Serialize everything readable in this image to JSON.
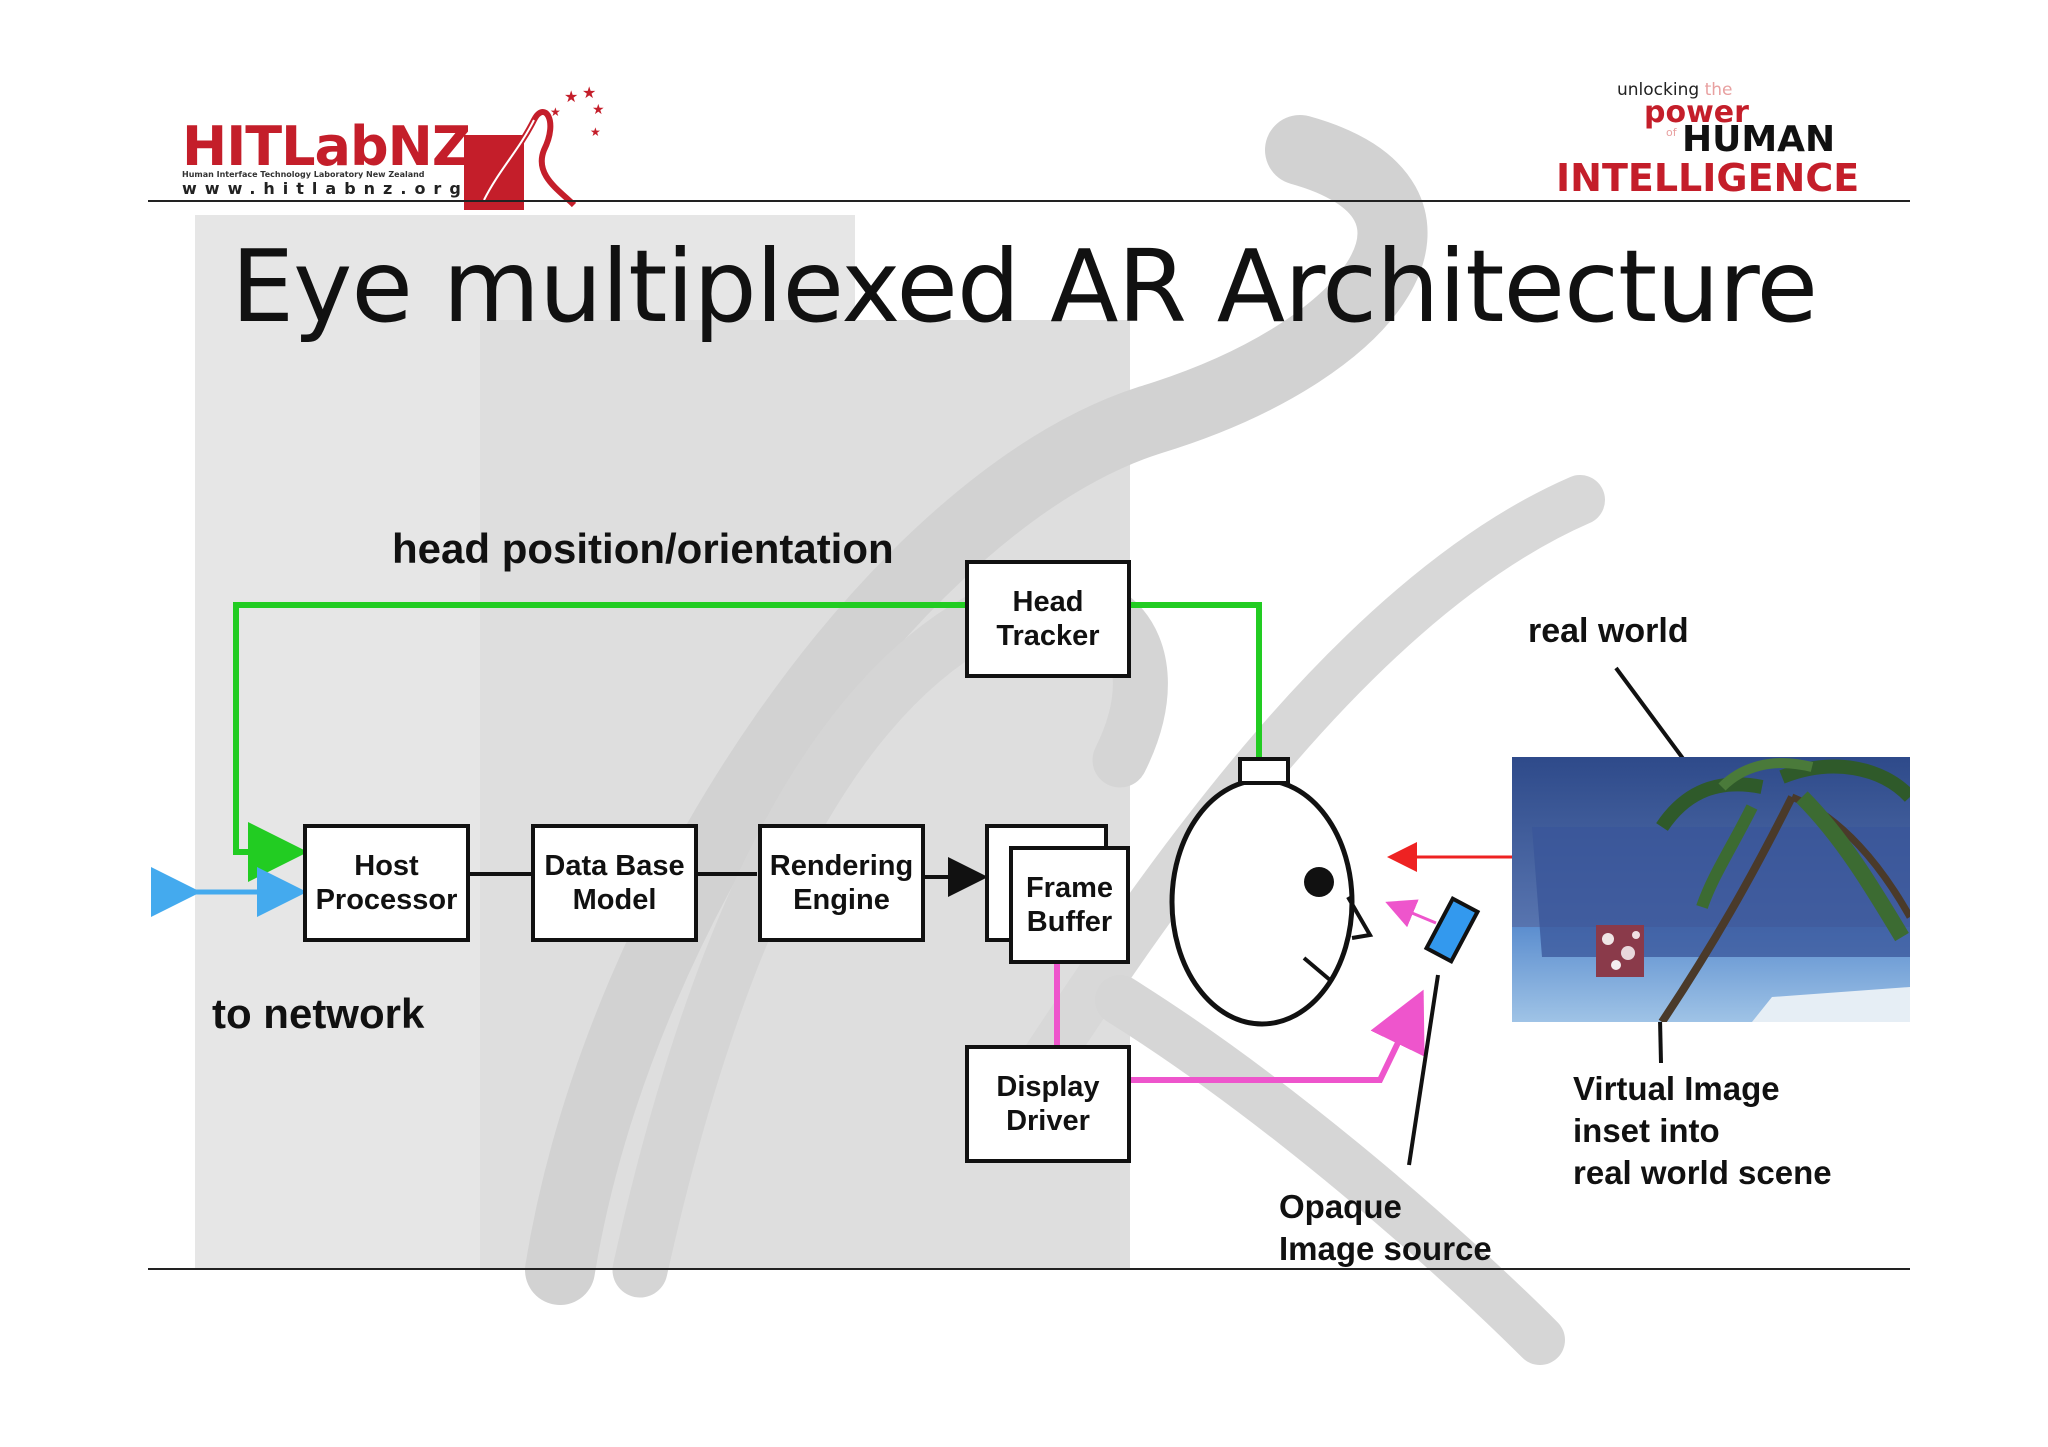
{
  "header": {
    "logo_left": {
      "brand_part1": "HITLab",
      "brand_part2": "NZ",
      "subtitle": "Human Interface Technology Laboratory New Zealand",
      "url": "www.hitlabnz.org"
    },
    "logo_right": {
      "line1_a": "unlocking",
      "line1_b": "the",
      "line2": "power",
      "line3_small": "of",
      "line3": "HUMAN",
      "line4": "INTELLIGENCE"
    }
  },
  "slide": {
    "title": "Eye multiplexed AR Architecture"
  },
  "diagram": {
    "labels": {
      "head_position": "head position/orientation",
      "to_network": "to network",
      "real_world": "real world",
      "virtual_image_1": "Virtual Image",
      "virtual_image_2": "inset into",
      "virtual_image_3": "real world scene",
      "opaque_1": "Opaque",
      "opaque_2": "Image source"
    },
    "boxes": {
      "head_tracker_1": "Head",
      "head_tracker_2": "Tracker",
      "host_1": "Host",
      "host_2": "Processor",
      "database_1": "Data Base",
      "database_2": "Model",
      "rendering_1": "Rendering",
      "rendering_2": "Engine",
      "frame_1": "Frame",
      "frame_2": "Buffer",
      "display_1": "Display",
      "display_2": "Driver"
    },
    "colors": {
      "green": "#22cc22",
      "blue": "#44aaee",
      "pink": "#ee55cc",
      "red": "#ee2222",
      "brand_red": "#c41e2a",
      "watermark": "#dcdcdc"
    }
  }
}
